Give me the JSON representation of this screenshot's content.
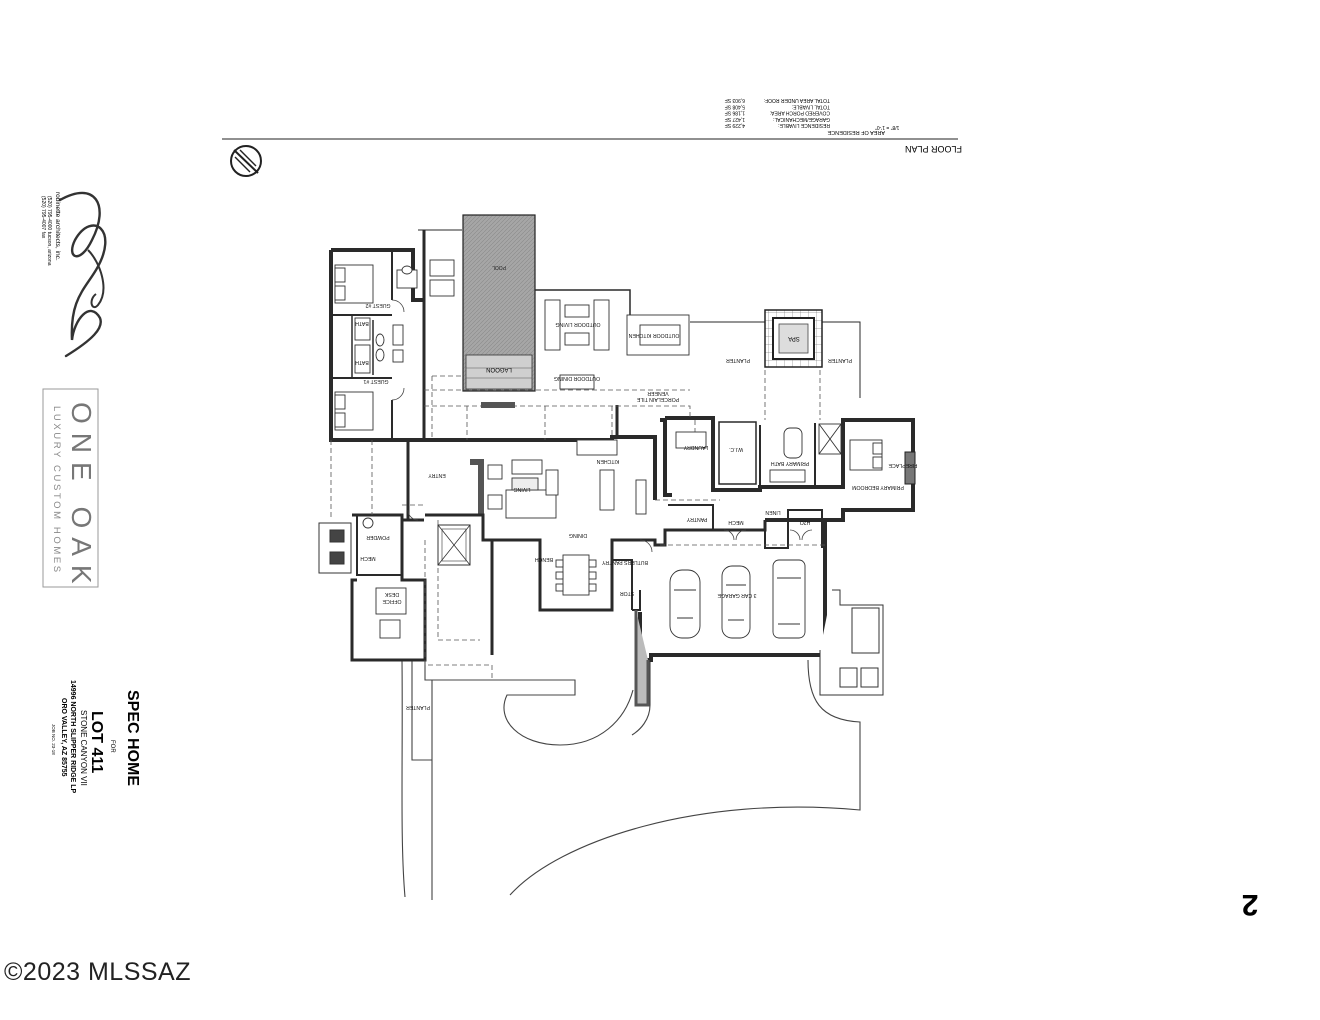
{
  "sheet": {
    "sheet_number": "2",
    "drawing_title": "FLOOR PLAN",
    "scale_note": "1/8\" = 1'-0\"",
    "area_heading": "AREA OF RESIDENCE",
    "area_rows": [
      {
        "label": "RESIDENCE LIVABLE:",
        "value": "4,229 SF"
      },
      {
        "label": "GARAGE/MECHANICAL:",
        "value": "1,427 SF"
      },
      {
        "label": "COVERED PORCH AREA:",
        "value": "1,186 SF"
      },
      {
        "label": "TOTAL LIVABLE:",
        "value": "5,408 SF"
      },
      {
        "label": "TOTAL AREA UNDER ROOF:",
        "value": "6,903 SF"
      }
    ]
  },
  "title_block": {
    "project_title": "SPEC HOME",
    "for_label": "FOR",
    "lot": "LOT 411",
    "subdivision": "STONE CANYON VII",
    "address_line1": "14996 NORTH SLIPPER RIDGE LP",
    "address_line2": "ORO VALLEY, AZ 85755",
    "job_no": "JOB NO. 23-18"
  },
  "brand": {
    "name": "ONE OAK",
    "tagline": "LUXURY CUSTOM HOMES"
  },
  "architect": {
    "line1": "robinette architects, inc.",
    "line2": "(520) 795-4000 tucson, arizona",
    "line3": "(520) 795-4007 fax"
  },
  "rooms": {
    "guest2": "GUEST #2",
    "bath_a": "BATH",
    "bath_b": "BATH",
    "guest1": "GUEST #1",
    "lagoon": "LAGOON",
    "pool": "POOL",
    "outdoor_living": "OUTDOOR LIVING",
    "outdoor_kitchen": "OUTDOOR KITCHEN",
    "outdoor_dining": "OUTDOOR DINING",
    "spa": "SPA",
    "planter_a": "PLANTER",
    "planter_b": "PLANTER",
    "planter_c": "PLANTER",
    "porcelain": "PORCELAIN TILE",
    "veneer": "VENEER",
    "entry": "ENTRY",
    "living": "LIVING",
    "kitchen": "KITCHEN",
    "laundry": "LAUNDRY",
    "wic": "W.I.C.",
    "primary_bath": "PRIMARY BATH",
    "primary_bedroom": "PRIMARY BEDROOM",
    "fireplace": "FIREPLACE",
    "powder": "POWDER",
    "mech_a": "MECH",
    "office": "OFFICE",
    "desk": "DESK",
    "dining": "DINING",
    "butlers_pantry": "BUTLERS PANTRY",
    "pantry": "PANTRY",
    "mech_b": "MECH",
    "linen": "LINEN",
    "h2o": "H2O",
    "stor": "STOR",
    "garage": "3 CAR GARAGE",
    "bench": "BENCH"
  },
  "watermark": "©2023 MLSSAZ",
  "colors": {
    "wall": "#2a2a2a",
    "pool_fill": "#a9a9a9",
    "line": "#444444"
  }
}
